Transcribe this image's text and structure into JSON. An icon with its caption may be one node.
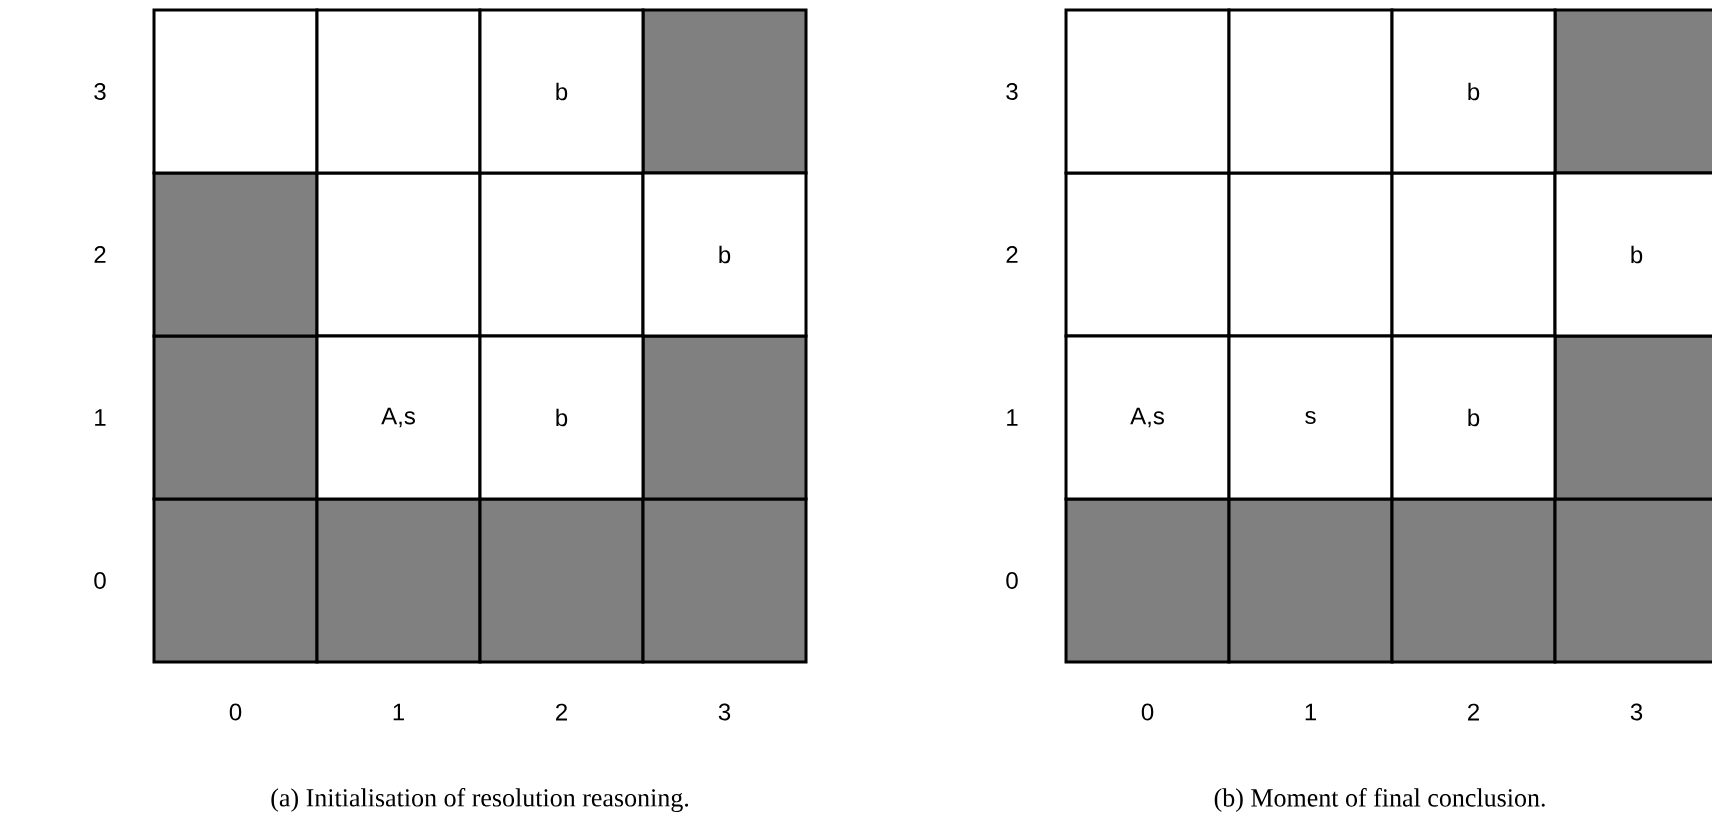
{
  "diagram": {
    "nodes": [
      {
        "text": [
          "b"
        ]
      },
      {
        "text": [
          "b"
        ]
      },
      {
        "text": [
          "A,s"
        ]
      },
      {
        "text": [
          "b"
        ]
      },
      {
        "text": [
          "b"
        ]
      },
      {
        "text": [
          "b"
        ]
      },
      {
        "text": [
          "A,s"
        ]
      },
      {
        "text": [
          "s"
        ]
      },
      {
        "text": [
          "b"
        ]
      }
    ],
    "labels": [
      "3",
      "2",
      "1",
      "0",
      "0",
      "1",
      "2",
      "3",
      "(a) Initialisation of resolution reasoning.",
      "3",
      "2",
      "1",
      "0",
      "0",
      "1",
      "2",
      "3",
      "(b) Moment of final conclusion."
    ]
  }
}
